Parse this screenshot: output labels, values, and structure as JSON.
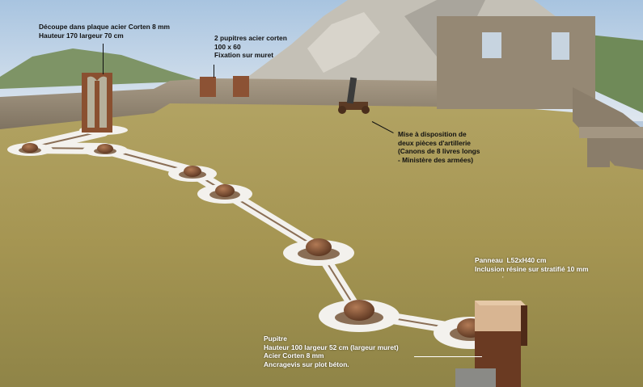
{
  "scene": {
    "description_colors": {
      "sky": "#b9cde2",
      "ground": "#a99a56",
      "wall": "#9a8a74",
      "path": "#f2f0ec",
      "corten": "#7a4a2c"
    }
  },
  "annotations": {
    "cutout": {
      "line1": "Découpe dans plaque acier Corten 8 mm",
      "line2": "Hauteur 170 largeur 70 cm"
    },
    "desks": {
      "line1": "2 pupitres acier corten",
      "line2": "100 x 60",
      "line3": "Fixation sur muret"
    },
    "cannons": {
      "line1": "Mise à disposition de",
      "line2": "deux pièces d'artillerie",
      "line3": "(Canons de 8 livres longs",
      "line4": "- Ministère des armées)"
    },
    "panel": {
      "line1": "Panneau  L52xH40 cm",
      "line2": "Inclusion résine sur stratifié 10 mm"
    },
    "pupitre": {
      "line1": "Pupitre",
      "line2": "Hauteur 100 largeur 52 cm (largeur muret)",
      "line3": "Acier Corten 8 mm",
      "line4": "Ancragevis sur plot béton."
    }
  }
}
